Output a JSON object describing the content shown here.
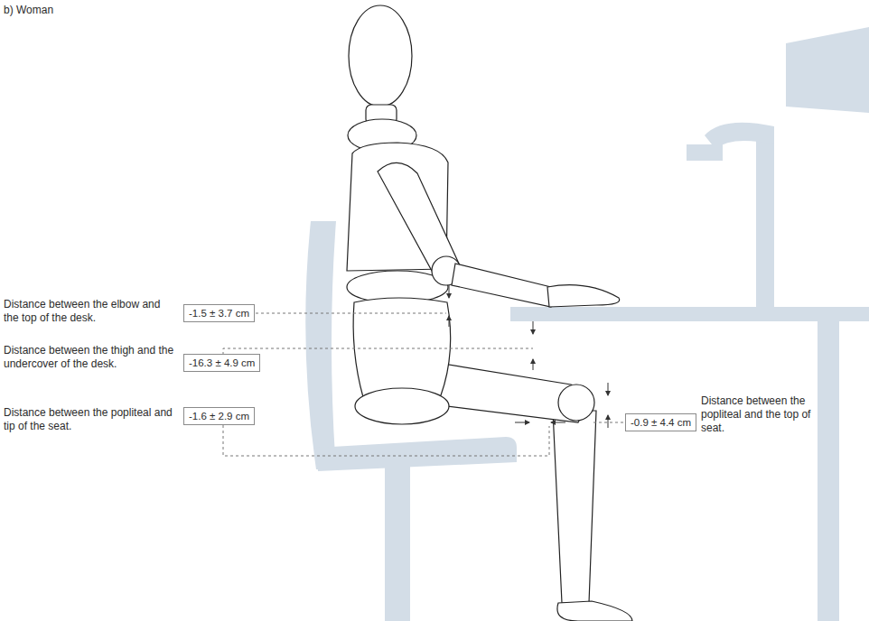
{
  "diagram": {
    "title": "b) Woman",
    "nodes": [
      {
        "text": [
          "-1.5 ± 3.7 cm"
        ]
      },
      {
        "text": [
          "-16.3 ± 4.9 cm"
        ]
      },
      {
        "text": [
          "-1.6 ± 2.9 cm"
        ]
      },
      {
        "text": [
          "-0.9 ± 4.4 cm"
        ]
      }
    ],
    "labels": [
      "Distance between the elbow and the top of the desk.",
      "Distance between the thigh and the undercover of the desk.",
      "Distance between the popliteal and tip of the seat.",
      "Distance between the popliteal and the top of seat."
    ]
  }
}
